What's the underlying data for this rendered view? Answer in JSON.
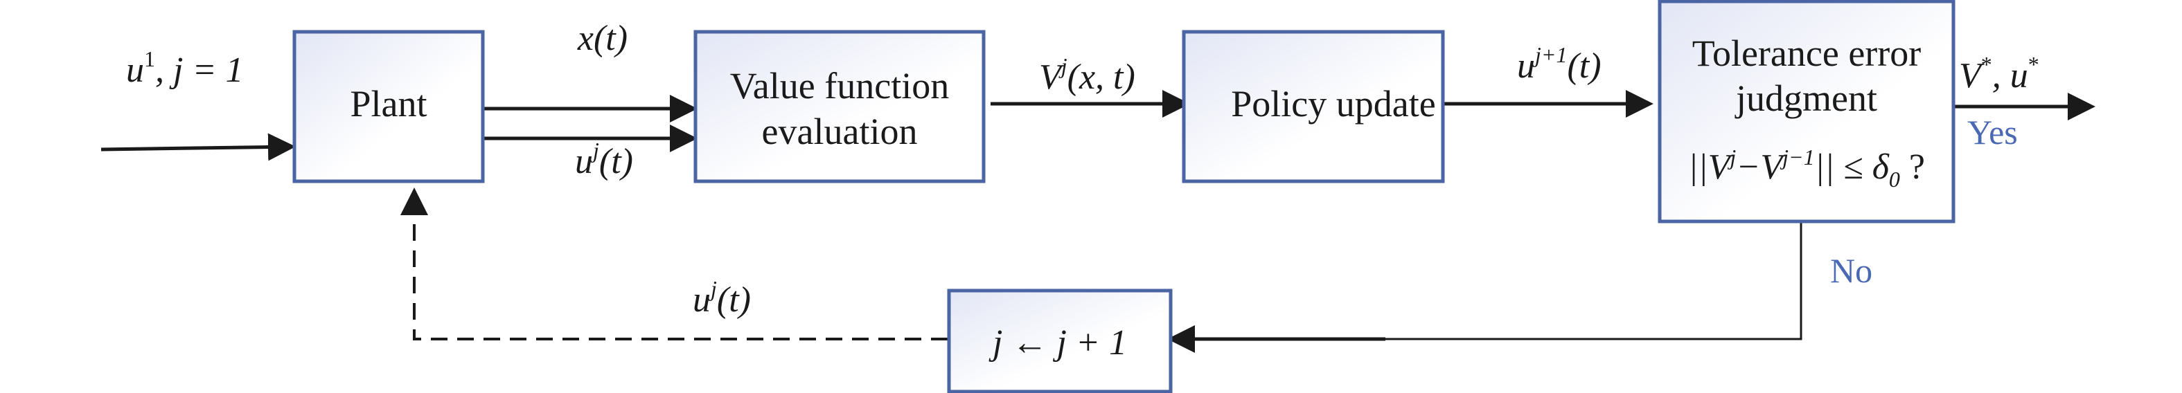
{
  "blocks": {
    "plant": "Plant",
    "value_eval": [
      "Value function",
      "evaluation"
    ],
    "policy_update": "Policy update",
    "tolerance": [
      "Tolerance error",
      "judgment"
    ],
    "tolerance_condition": {
      "left": "||V",
      "sup1": "j",
      "mid": "−V",
      "sup2": "j−1",
      "right": "|| ≤ δ",
      "sub": "0",
      "end": " ?"
    },
    "increment": "j ← j + 1"
  },
  "signals": {
    "input": {
      "base": "u",
      "sup": "1",
      "rest": ", j = 1"
    },
    "state": "x(t)",
    "control": {
      "base": "u",
      "sup": "j",
      "rest": "(t)"
    },
    "value": {
      "base": "V",
      "sup": "j",
      "rest": "(x, t)"
    },
    "next_control": {
      "base": "u",
      "sup": "j+1",
      "rest": "(t)"
    },
    "output": {
      "a": "V",
      "sup_a": "*",
      "mid": ", u",
      "sup_b": "*"
    },
    "feedback": {
      "base": "u",
      "sup": "j",
      "rest": "(t)"
    }
  },
  "branches": {
    "yes": "Yes",
    "no": "No"
  },
  "colors": {
    "border": "#4a64a4",
    "branch_text": "#4a68b4"
  }
}
